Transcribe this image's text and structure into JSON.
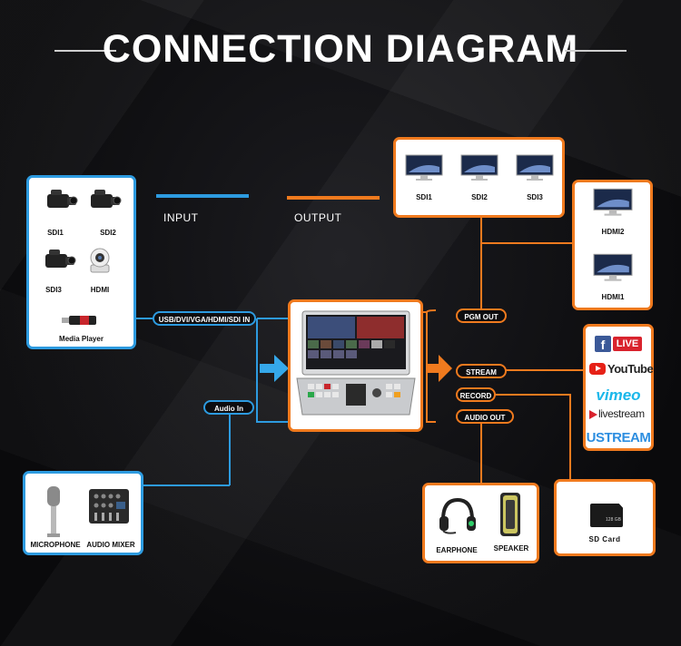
{
  "title": "CONNECTION DIAGRAM",
  "legend": {
    "input": "INPUT",
    "output": "OUTPUT",
    "input_color": "#2d9be0",
    "output_color": "#f07a1e"
  },
  "inputs": {
    "cameras": [
      "SDI1",
      "SDI2",
      "SDI3",
      "HDMI"
    ],
    "media_player": "Media Player",
    "audio_devices": [
      "MICROPHONE",
      "AUDIO MIXER"
    ]
  },
  "input_ports": {
    "video": "USB/DVI/VGA/HDMI/SDI IN",
    "audio": "Audio In"
  },
  "output_ports": [
    "PGM OUT",
    "STREAM",
    "RECORD",
    "AUDIO OUT"
  ],
  "monitors_top": [
    "SDI1",
    "SDI2",
    "SDI3"
  ],
  "monitors_right": [
    "HDMI2",
    "HDMI1"
  ],
  "streaming_services": [
    "LIVE",
    "YouTube",
    "vimeo",
    "livestream",
    "USTREAM"
  ],
  "audio_out_devices": [
    "EARPHONE",
    "SPEAKER"
  ],
  "sd_card": {
    "label": "SD Card",
    "chip_text": "128 GB"
  }
}
